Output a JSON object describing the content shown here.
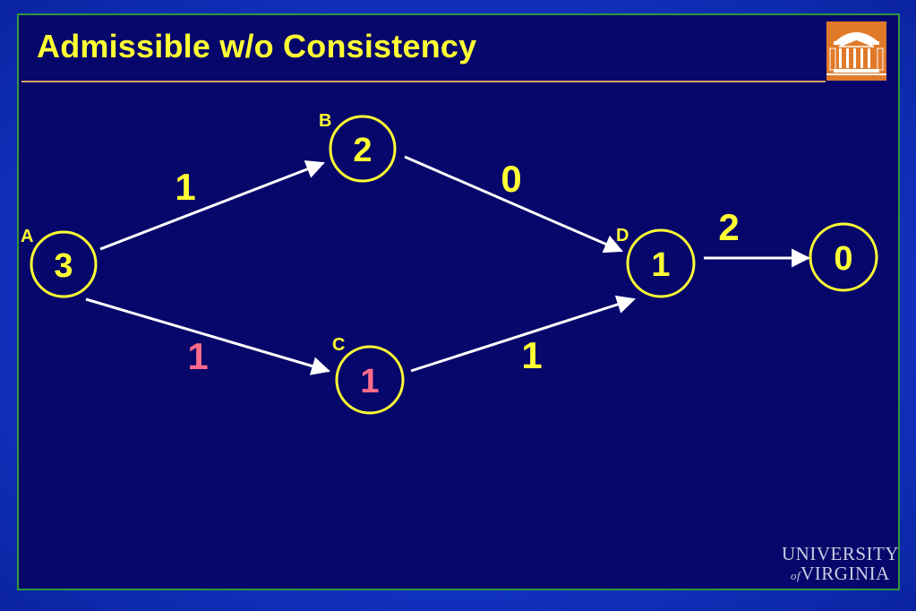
{
  "slide": {
    "title": "Admissible w/o Consistency"
  },
  "logo": {
    "icon": "rotunda-icon",
    "bg_color": "#e07a2a",
    "fg_color": "#ffffff"
  },
  "footer": {
    "uva_line1": "UNIVERSITY",
    "uva_of": "of",
    "uva_line2": "VIRGINIA"
  },
  "colors": {
    "accent": "#ffff33",
    "highlight": "#ff6a8a",
    "edge": "#ffffff",
    "background": "#06066b"
  },
  "graph": {
    "nodes": [
      {
        "id": "A",
        "label": "A",
        "value": "3",
        "highlight": false
      },
      {
        "id": "B",
        "label": "B",
        "value": "2",
        "highlight": false
      },
      {
        "id": "C",
        "label": "C",
        "value": "1",
        "highlight": true
      },
      {
        "id": "D",
        "label": "D",
        "value": "1",
        "highlight": false
      },
      {
        "id": "G",
        "label": "",
        "value": "0",
        "highlight": false
      }
    ],
    "edges": [
      {
        "from": "A",
        "to": "B",
        "cost": "1",
        "highlight": false
      },
      {
        "from": "A",
        "to": "C",
        "cost": "1",
        "highlight": true
      },
      {
        "from": "B",
        "to": "D",
        "cost": "0",
        "highlight": false
      },
      {
        "from": "C",
        "to": "D",
        "cost": "1",
        "highlight": false
      },
      {
        "from": "D",
        "to": "G",
        "cost": "2",
        "highlight": false
      }
    ]
  }
}
